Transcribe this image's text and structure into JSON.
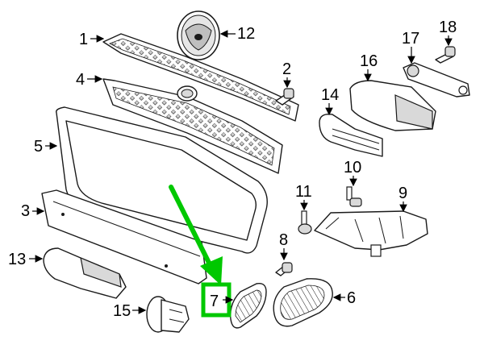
{
  "diagram": {
    "callouts": [
      "1",
      "2",
      "3",
      "4",
      "5",
      "6",
      "7",
      "8",
      "9",
      "10",
      "11",
      "12",
      "13",
      "14",
      "15",
      "16",
      "17",
      "18"
    ],
    "highlight": {
      "callout": "7",
      "color": "#00c800"
    }
  },
  "colors": {
    "highlight": "#00c800",
    "line": "#1a1a1a",
    "label": "#000000"
  }
}
